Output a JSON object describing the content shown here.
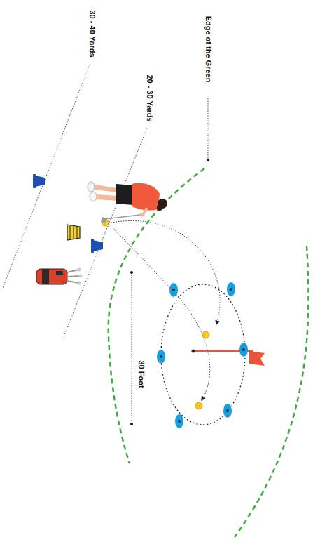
{
  "diagram": {
    "labels": [
      "30 - 40 Yards",
      "20 - 30 Yards",
      "Edge of the Green",
      "30 Foot"
    ]
  }
}
